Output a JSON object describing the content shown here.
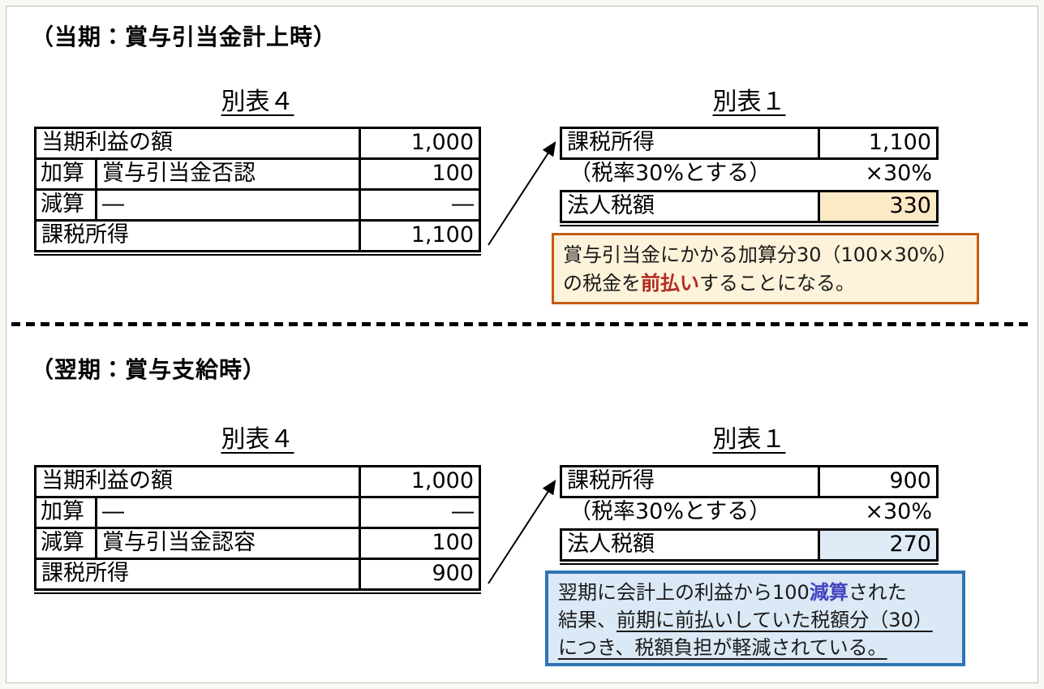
{
  "colors": {
    "table_border": "#000000",
    "note_prepaid_border": "#C55A11",
    "note_prepaid_bg": "#FCF3DA",
    "note_prepaid_emphasis": "#B02B20",
    "note_reduced_border": "#2E75B6",
    "note_reduced_bg": "#DBE8F5",
    "note_reduced_emphasis": "#4343C0",
    "tax_amount_cell_current_bg": "#FCE9C6",
    "tax_amount_cell_next_bg": "#DEEBF7"
  },
  "current": {
    "header": "（当期：賞与引当金計上時）",
    "table4": {
      "title": "別表４",
      "row1": {
        "label": "当期利益の額",
        "value": "1,000"
      },
      "row2": {
        "prefix": "加算",
        "label": "賞与引当金否認",
        "value": "100"
      },
      "row3": {
        "prefix": "減算",
        "label": "―",
        "value": "―"
      },
      "row4": {
        "label": "課税所得",
        "value": "1,100"
      }
    },
    "table1": {
      "title": "別表１",
      "row1": {
        "label": "課税所得",
        "value": "1,100"
      },
      "mid": {
        "label": "（税率30%とする）",
        "value": "×30%"
      },
      "row2": {
        "label": "法人税額",
        "value": "330"
      }
    },
    "note": {
      "line1": "賞与引当金にかかる加算分30（100×30%）",
      "line2_a": "の税金を",
      "line2_em": "前払い",
      "line2_b": "することになる。"
    }
  },
  "next": {
    "header": "（翌期：賞与支給時）",
    "table4": {
      "title": "別表４",
      "row1": {
        "label": "当期利益の額",
        "value": "1,000"
      },
      "row2": {
        "prefix": "加算",
        "label": "―",
        "value": "―"
      },
      "row3": {
        "prefix": "減算",
        "label": "賞与引当金認容",
        "value": "100"
      },
      "row4": {
        "label": "課税所得",
        "value": "900"
      }
    },
    "table1": {
      "title": "別表１",
      "row1": {
        "label": "課税所得",
        "value": "900"
      },
      "mid": {
        "label": "（税率30%とする）",
        "value": "×30%"
      },
      "row2": {
        "label": "法人税額",
        "value": "270"
      }
    },
    "note": {
      "line1_a": "翌期に会計上の利益から100",
      "line1_em": "減算",
      "line1_b": "された",
      "line2_a": "結果、",
      "line2_u": "前期に前払いしていた税額分（30）",
      "line3_u": "につき、税額負担が軽減されている。"
    }
  }
}
